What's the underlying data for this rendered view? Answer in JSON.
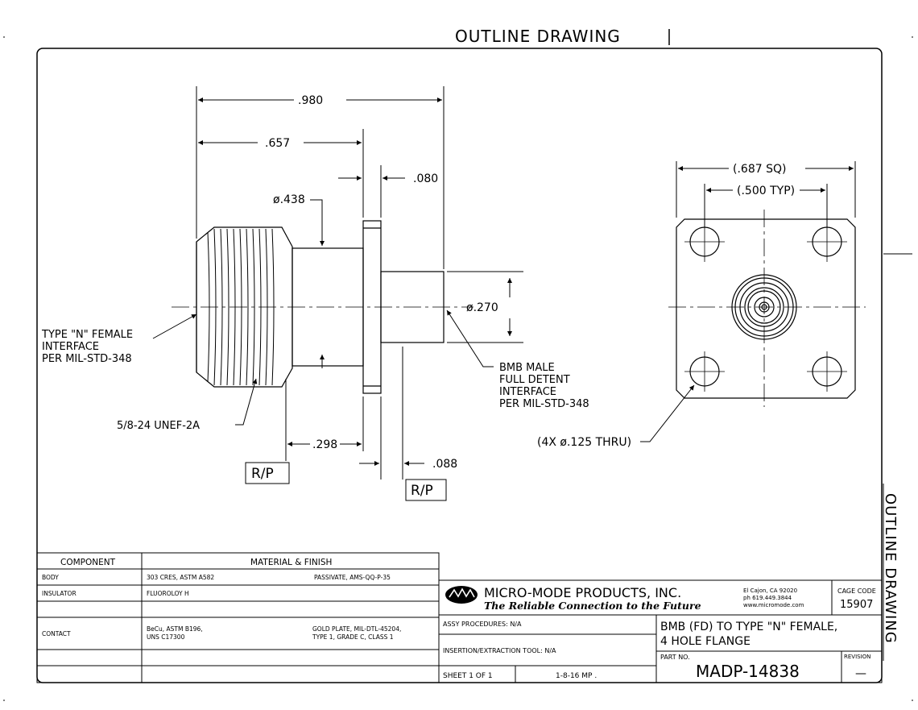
{
  "header_title": "OUTLINE DRAWING",
  "side_title": "OUTLINE DRAWING",
  "dimensions": {
    "overall_length": ".980",
    "length_to_flange": ".657",
    "flange_thickness": ".080",
    "body_diameter": "ø.438",
    "pin_diameter": "ø.270",
    "rp_offset_1": ".298",
    "rp_offset_2": ".088",
    "flange_square": "(.687 SQ)",
    "hole_spacing": "(.500 TYP)",
    "holes": "(4X ø.125 THRU)"
  },
  "notes": {
    "left_interface": [
      "TYPE \"N\" FEMALE",
      "INTERFACE",
      "PER MIL-STD-348"
    ],
    "thread": "5/8-24 UNEF-2A",
    "right_interface": [
      "BMB MALE",
      "FULL DETENT",
      "INTERFACE",
      "PER MIL-STD-348"
    ],
    "reference_plane": "R/P"
  },
  "material_table": {
    "headers": [
      "COMPONENT",
      "MATERIAL & FINISH"
    ],
    "rows": [
      {
        "component": "BODY",
        "material": "303 CRES, ASTM A582",
        "finish": "PASSIVATE, AMS-QQ-P-35"
      },
      {
        "component": "INSULATOR",
        "material": "FLUOROLOY H",
        "finish": ""
      },
      {
        "component": "",
        "material": "",
        "finish": ""
      },
      {
        "component": "CONTACT",
        "material": [
          "BeCu, ASTM B196,",
          "UNS C17300"
        ],
        "finish": [
          "GOLD PLATE, MIL-DTL-45204,",
          "TYPE 1, GRADE C, CLASS 1"
        ]
      },
      {
        "component": "",
        "material": "",
        "finish": ""
      },
      {
        "component": "",
        "material": "",
        "finish": ""
      }
    ]
  },
  "title_block": {
    "company": "MICRO-MODE PRODUCTS, INC.",
    "tagline": "The Reliable Connection to the Future",
    "address": [
      "El Cajon, CA 92020",
      "ph 619.449.3844",
      "www.micromode.com"
    ],
    "cage_code_label": "CAGE CODE",
    "cage_code": "15907",
    "assy_procedures": "ASSY PROCEDURES: N/A",
    "insertion_tool": "INSERTION/EXTRACTION TOOL: N/A",
    "description": [
      "BMB (FD) TO TYPE \"N\" FEMALE,",
      "4 HOLE FLANGE"
    ],
    "part_no_label": "PART NO.",
    "part_no": "MADP-14838",
    "revision_label": "REVISION",
    "revision": "—",
    "sheet": "SHEET 1 OF 1",
    "date_drawn": "1-8-16   MP ."
  }
}
